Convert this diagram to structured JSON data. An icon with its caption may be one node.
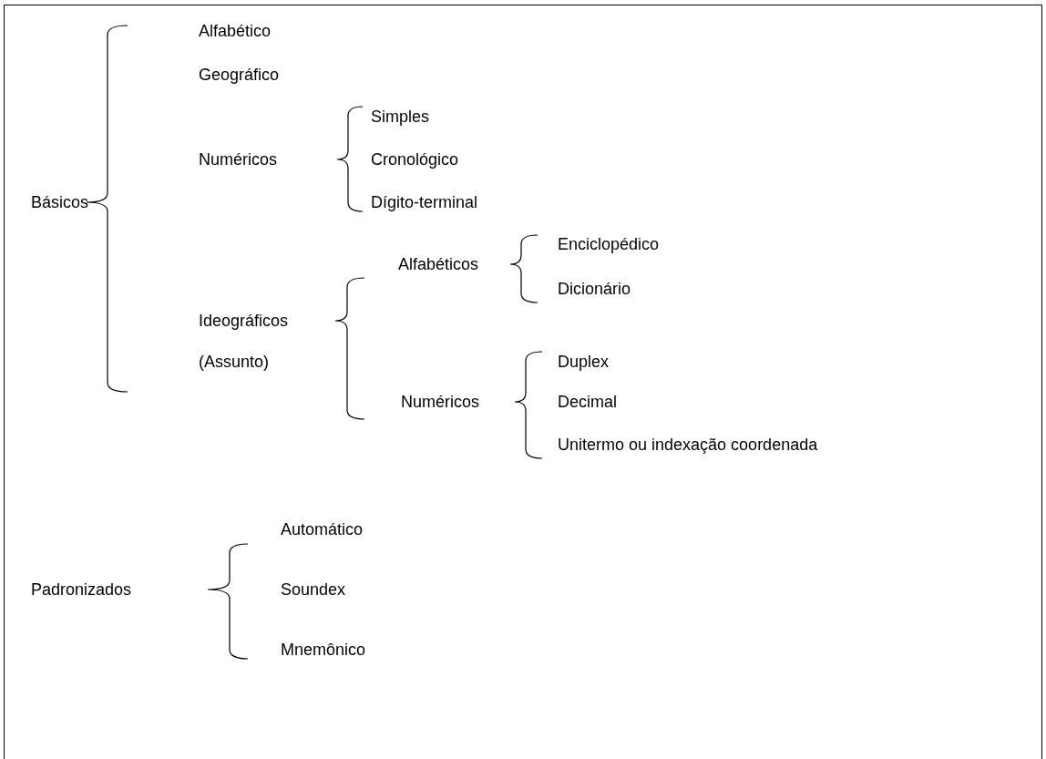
{
  "diagram": {
    "labels": [
      "Alfabético",
      "Geográfico",
      "Simples",
      "Numéricos",
      "Cronológico",
      "Básicos",
      "Dígito-terminal",
      "Enciclopédico",
      "Alfabéticos",
      "Dicionário",
      "Ideográficos",
      "(Assunto)",
      "Duplex",
      "Numéricos",
      "Decimal",
      "Unitermo ou indexação coordenada",
      "Automático",
      "Padronizados",
      "Soundex",
      "Mnemônico"
    ]
  }
}
